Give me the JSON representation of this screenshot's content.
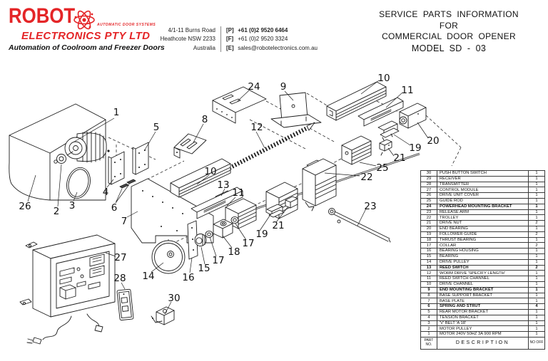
{
  "colors": {
    "brand_red": "#e42527",
    "ink": "#1c1c1c"
  },
  "header": {
    "logo": {
      "name": "ROBOT",
      "tagline_small": "AUTOMATIC  DOOR  SYSTEMS",
      "line2": "ELECTRONICS PTY LTD",
      "line3": "Automation of Coolroom and Freezer Doors"
    },
    "address": {
      "lines": [
        "4/1-11 Burns Road",
        "Heathcote NSW 2233",
        "Australia"
      ]
    },
    "contacts": [
      {
        "prefix": "[P]",
        "value": "+61 (0)2 9520 6464"
      },
      {
        "prefix": "[F]",
        "value": "+61 (0)2 9520 3324"
      },
      {
        "prefix": "[E]",
        "value": "sales@robotelectronics.com.au"
      }
    ],
    "title_lines": [
      "SERVICE  PARTS  INFORMATION",
      "FOR",
      "COMMERCIAL  DOOR  OPENER",
      "MODEL  SD - 03"
    ]
  },
  "parts_table": {
    "footer": {
      "part_no": "PART NO.",
      "description": "DESCRIPTION",
      "no_off": "NO OFF"
    },
    "rows": [
      {
        "no": "30",
        "desc": "PUSH  BUTTON  SWITCH",
        "qty": "1"
      },
      {
        "no": "29",
        "desc": "RECEIVER",
        "qty": "1"
      },
      {
        "no": "28",
        "desc": "TRANSMITTER",
        "qty": "1"
      },
      {
        "no": "27",
        "desc": "CONTROL  MODULE",
        "qty": "1"
      },
      {
        "no": "26",
        "desc": "DRIVE  UNIT  COVER",
        "qty": "1"
      },
      {
        "no": "25",
        "desc": "GUIDE  ROD",
        "qty": "1"
      },
      {
        "no": "24",
        "desc": "POWERHEAD  MOUNTING  BRACKET",
        "qty": "1",
        "b": 1
      },
      {
        "no": "23",
        "desc": "RELEASE  ARM",
        "qty": "1"
      },
      {
        "no": "22",
        "desc": "TROLLEY",
        "qty": "1"
      },
      {
        "no": "21",
        "desc": "DRIVE  NUT",
        "qty": "2"
      },
      {
        "no": "20",
        "desc": "END  BEARING",
        "qty": "1"
      },
      {
        "no": "19",
        "desc": "FOLLOWER  GUIDE",
        "qty": "2"
      },
      {
        "no": "18",
        "desc": "THRUST  BEARING",
        "qty": "1"
      },
      {
        "no": "17",
        "desc": "COLLAR",
        "qty": "2"
      },
      {
        "no": "16",
        "desc": "BEARING  HOUSING",
        "qty": "1"
      },
      {
        "no": "15",
        "desc": "BEARING",
        "qty": "1"
      },
      {
        "no": "14",
        "desc": "DRIVE  PULLEY",
        "qty": "1"
      },
      {
        "no": "13",
        "desc": "REED  SWITCH",
        "qty": "2",
        "b": 1
      },
      {
        "no": "12",
        "desc": "WORM  DRIVE  'SPECIFY  LENGTH'",
        "qty": "1"
      },
      {
        "no": "11",
        "desc": "REED  SWITCH  CHANNEL",
        "qty": "1"
      },
      {
        "no": "10",
        "desc": "DRIVE  CHANNEL",
        "qty": "1"
      },
      {
        "no": "9",
        "desc": "END  MOUNTING  BRACKET",
        "qty": "1",
        "b": 1
      },
      {
        "no": "8",
        "desc": "BASE  SUPPORT  BRACKET",
        "qty": "1"
      },
      {
        "no": "7",
        "desc": "BASE  PLATE",
        "qty": "1"
      },
      {
        "no": "6",
        "desc": "SPRING  AND  STRUT",
        "qty": "4",
        "b": 1
      },
      {
        "no": "5",
        "desc": "REAR  MOTOR  BRACKET",
        "qty": "1"
      },
      {
        "no": "4",
        "desc": "TENSION  BRACKET",
        "qty": "1"
      },
      {
        "no": "3",
        "desc": "'V'  BELT  'A 18'",
        "qty": "1"
      },
      {
        "no": "2",
        "desc": "MOTOR  PULLEY",
        "qty": "1"
      },
      {
        "no": "1",
        "desc": "MOTOR  240V  50HZ  3A  900 RPM",
        "qty": "1"
      }
    ]
  },
  "diagram": {
    "callouts": {
      "n1": "1",
      "n2": "2",
      "n3": "3",
      "n4": "4",
      "n5": "5",
      "n6": "6",
      "n7": "7",
      "n8": "8",
      "n9": "9",
      "n10": "10",
      "n11": "11",
      "n12": "12",
      "n13": "13",
      "n14": "14",
      "n15": "15",
      "n16": "16",
      "n17": "17",
      "n18": "18",
      "n19": "19",
      "n20": "20",
      "n21": "21",
      "n22": "22",
      "n23": "23",
      "n24": "24",
      "n25": "25",
      "n26": "26",
      "n27": "27",
      "n28": "28",
      "n30": "30"
    }
  }
}
